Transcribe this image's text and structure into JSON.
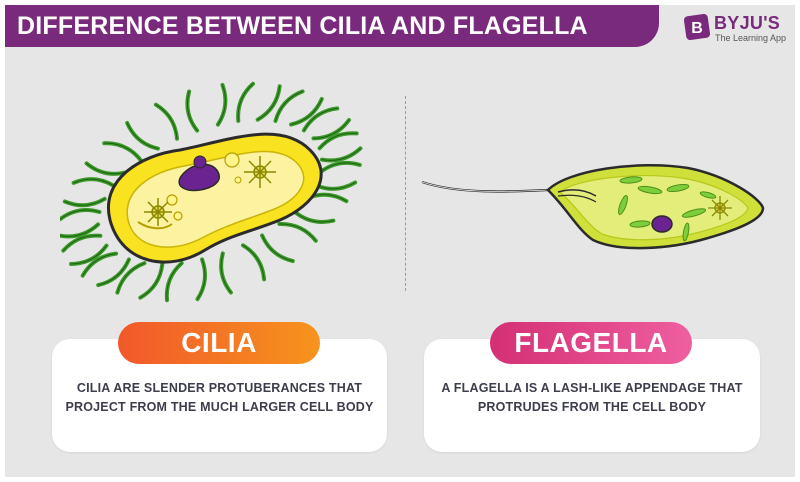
{
  "header": {
    "title": "DIFFERENCE BETWEEN CILIA AND FLAGELLA"
  },
  "brand": {
    "logo_letter": "B",
    "name": "BYJU'S",
    "tagline": "The Learning App"
  },
  "cilia": {
    "label": "CILIA",
    "description_line1": "CILIA ARE SLENDER PROTUBERANCES THAT",
    "description_line2": "PROJECT FROM THE MUCH LARGER CELL BODY"
  },
  "flagella": {
    "label": "FLAGELLA",
    "description_line1": "A FLAGELLA IS A LASH-LIKE APPENDAGE THAT",
    "description_line2": "PROTRUDES FROM THE CELL BODY"
  },
  "colors": {
    "title_bar": "#7a2a7d",
    "panel_background": "#e6e6e6",
    "cilia_pill_start": "#f1582b",
    "cilia_pill_end": "#f7941d",
    "flagella_pill_start": "#d42f74",
    "flagella_pill_end": "#ef5fa0",
    "cilia_cell_fill": "#f9e21f",
    "cilia_hairs": "#3c9a2a",
    "flagella_cell_fill": "#cfe03a",
    "nucleus": "#6a2390"
  }
}
